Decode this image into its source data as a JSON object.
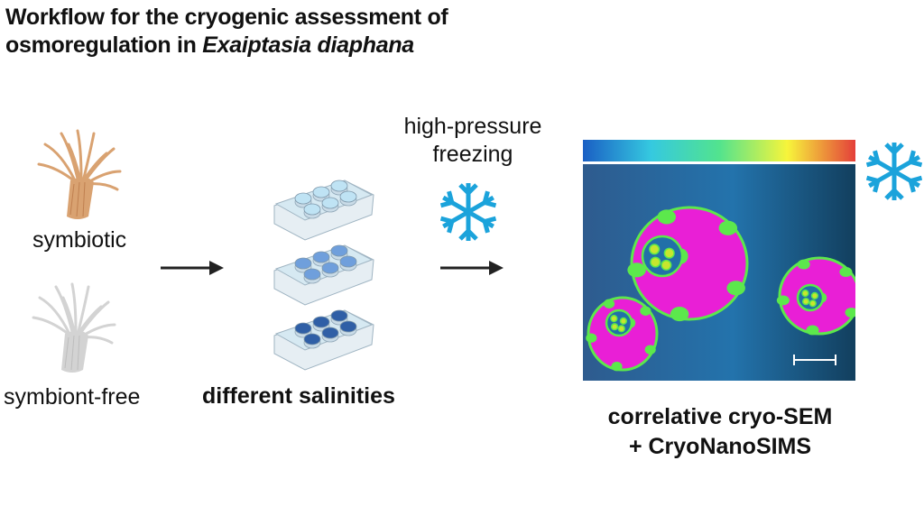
{
  "title": {
    "line1": "Workflow for the cryogenic assessment of",
    "line2_prefix": "osmoregulation in ",
    "line2_species": "Exaiptasia diaphana"
  },
  "stage1": {
    "anemones": [
      {
        "label": "symbiotic",
        "icon": "sea-anemone-icon",
        "color": "#D9A271"
      },
      {
        "label": "symbiont-free",
        "icon": "sea-anemone-icon",
        "color": "#D3D3D3"
      }
    ]
  },
  "stage2": {
    "label": "different salinities",
    "plates": [
      {
        "well_color": "#BFE3F4",
        "description": "light"
      },
      {
        "well_color": "#6F9FDC",
        "description": "medium"
      },
      {
        "well_color": "#2F5FA6",
        "description": "dark"
      }
    ]
  },
  "stage3": {
    "label_line1": "high-pressure",
    "label_line2": "freezing",
    "icon": "snowflake-icon",
    "icon_color": "#1BA3DB"
  },
  "stage4": {
    "label_line1": "correlative cryo-SEM",
    "label_line2": "+ CryoNanoSIMS",
    "colorbar": [
      "#1A5FC4",
      "#35C9E0",
      "#52E38E",
      "#F7F53B",
      "#E43F3A"
    ],
    "cell_fill": "#E91FD6",
    "symbiont_color": "#5CE84C",
    "background_color": "#2270A8",
    "scale_bar": true,
    "icon": "snowflake-icon"
  },
  "arrows": [
    "arrow-right",
    "arrow-right"
  ]
}
